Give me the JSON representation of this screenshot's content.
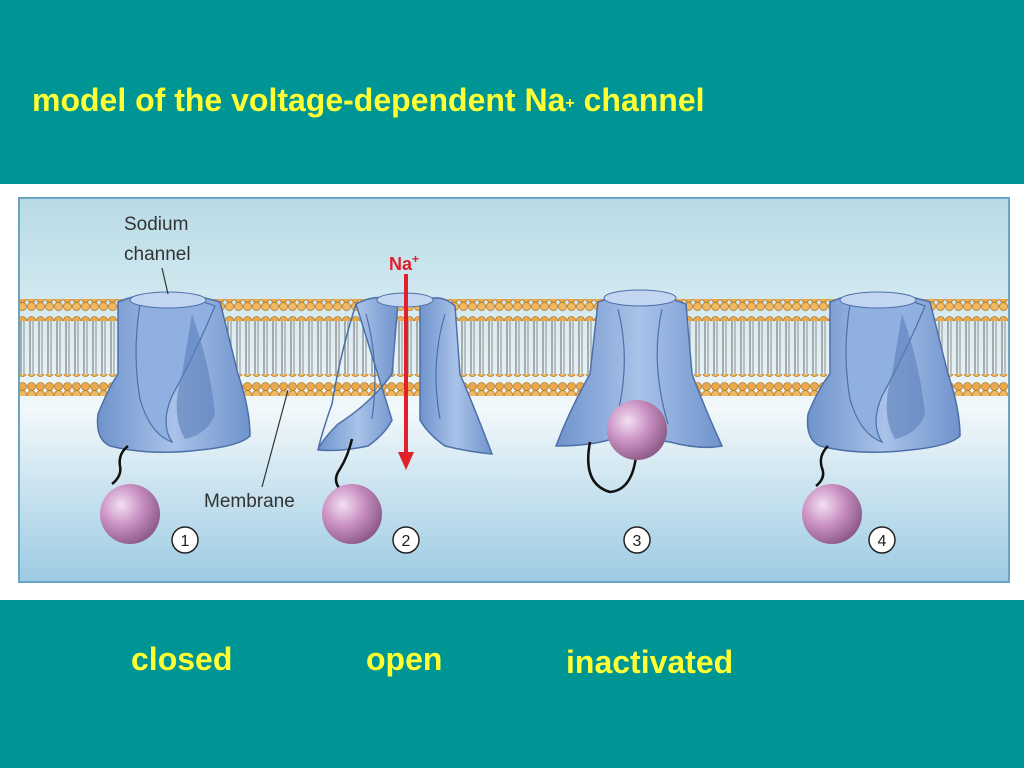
{
  "title": {
    "main": "model of the voltage-dependent Na",
    "superscript": "+",
    "tail": " channel"
  },
  "figure": {
    "sodium_channel_line1": "Sodium",
    "sodium_channel_line2": "channel",
    "membrane_label": "Membrane",
    "ion_label_main": "Na",
    "ion_label_sup": "+",
    "step_numbers": [
      "1",
      "2",
      "3",
      "4"
    ],
    "colors": {
      "background": "#009595",
      "label_text": "#ffff33",
      "extracellular": "#cde6ee",
      "intracellular": "#a9d0e6",
      "channel_protein": "#7fa3d6",
      "lipid_heads": "#e8a84a",
      "gate_ball": "#c58fbf",
      "ion_arrow": "#e0202a"
    }
  },
  "states": {
    "closed": "closed",
    "open": "open",
    "inactivated": "inactivated"
  }
}
